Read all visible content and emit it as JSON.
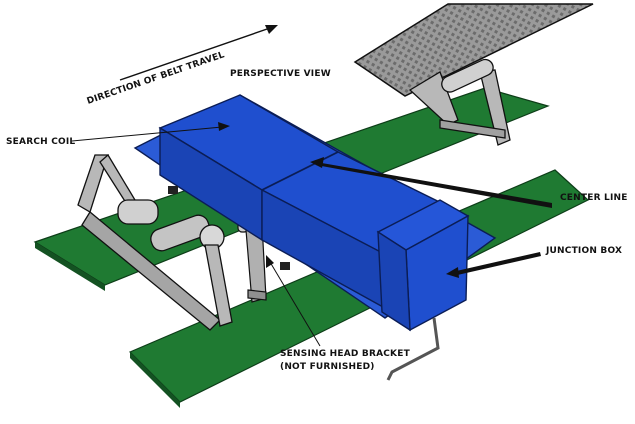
{
  "labels": {
    "direction": "DIRECTION OF BELT TRAVEL",
    "view": "PERSPECTIVE VIEW",
    "search_coil": "SEARCH COIL",
    "center_line": "CENTER LINE",
    "junction_box": "JUNCTION BOX",
    "bracket_line1": "SENSING HEAD BRACKET",
    "bracket_line2": "(NOT FURNISHED)"
  },
  "colors": {
    "rail": "#1f7a32",
    "coil": "#1f4fcf",
    "idler": "#b8b8b8",
    "belt": "#8a8a8a",
    "outline": "#111111"
  }
}
